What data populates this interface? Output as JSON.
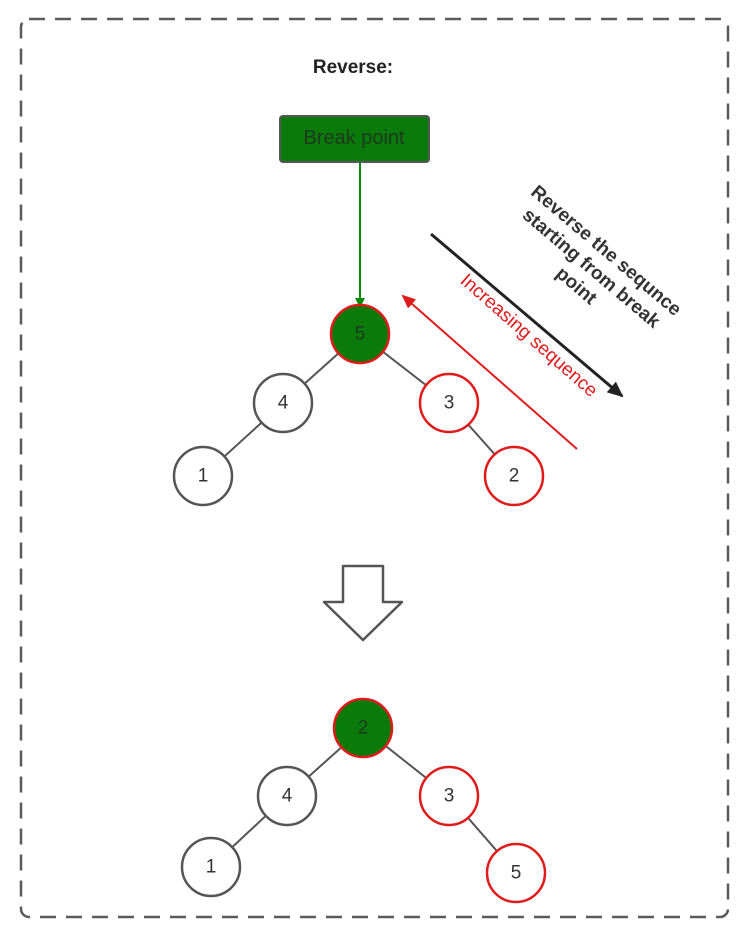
{
  "title": "Reverse:",
  "break_point_label": "Break point",
  "reverse_annotation": {
    "lines": [
      "Reverse the sequnce",
      "starting from break",
      "point"
    ]
  },
  "increasing_annotation": "Increasing sequence",
  "colors": {
    "highlight_fill": "#0a7a0a",
    "sequence_red": "#e01b1b",
    "node_gray": "#555555"
  },
  "tree_before": {
    "root": "5",
    "left": "4",
    "left_left": "1",
    "right": "3",
    "right_right": "2"
  },
  "tree_after": {
    "root": "2",
    "left": "4",
    "left_left": "1",
    "right": "3",
    "right_right": "5"
  }
}
